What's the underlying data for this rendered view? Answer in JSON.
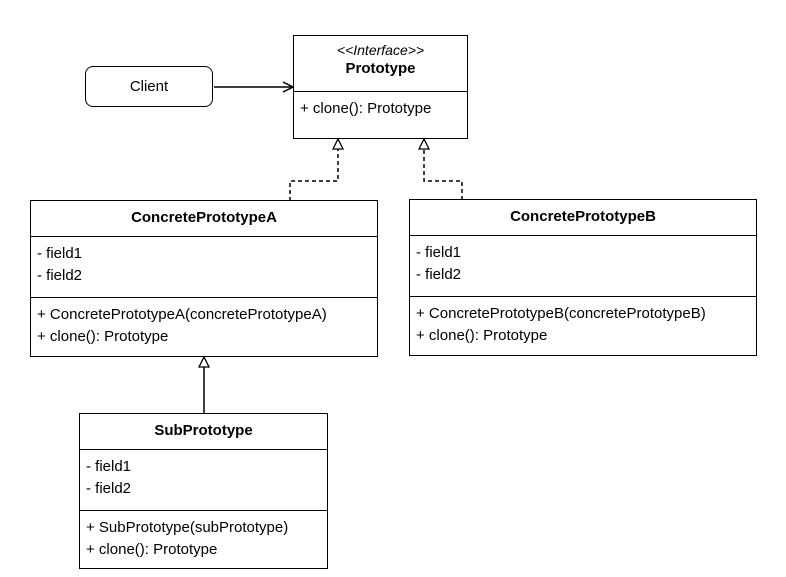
{
  "client": {
    "label": "Client"
  },
  "prototype": {
    "stereotype": "<<Interface>>",
    "name": "Prototype",
    "methods": [
      "+ clone(): Prototype"
    ]
  },
  "concrete_a": {
    "name": "ConcretePrototypeA",
    "fields": [
      "- field1",
      "- field2"
    ],
    "methods": [
      "+ ConcretePrototypeA(concretePrototypeA)",
      "+ clone(): Prototype"
    ]
  },
  "concrete_b": {
    "name": "ConcretePrototypeB",
    "fields": [
      "- field1",
      "- field2"
    ],
    "methods": [
      "+ ConcretePrototypeB(concretePrototypeB)",
      "+ clone(): Prototype"
    ]
  },
  "sub": {
    "name": "SubPrototype",
    "fields": [
      "- field1",
      "- field2"
    ],
    "methods": [
      "+ SubPrototype(subPrototype)",
      "+ clone(): Prototype"
    ]
  }
}
